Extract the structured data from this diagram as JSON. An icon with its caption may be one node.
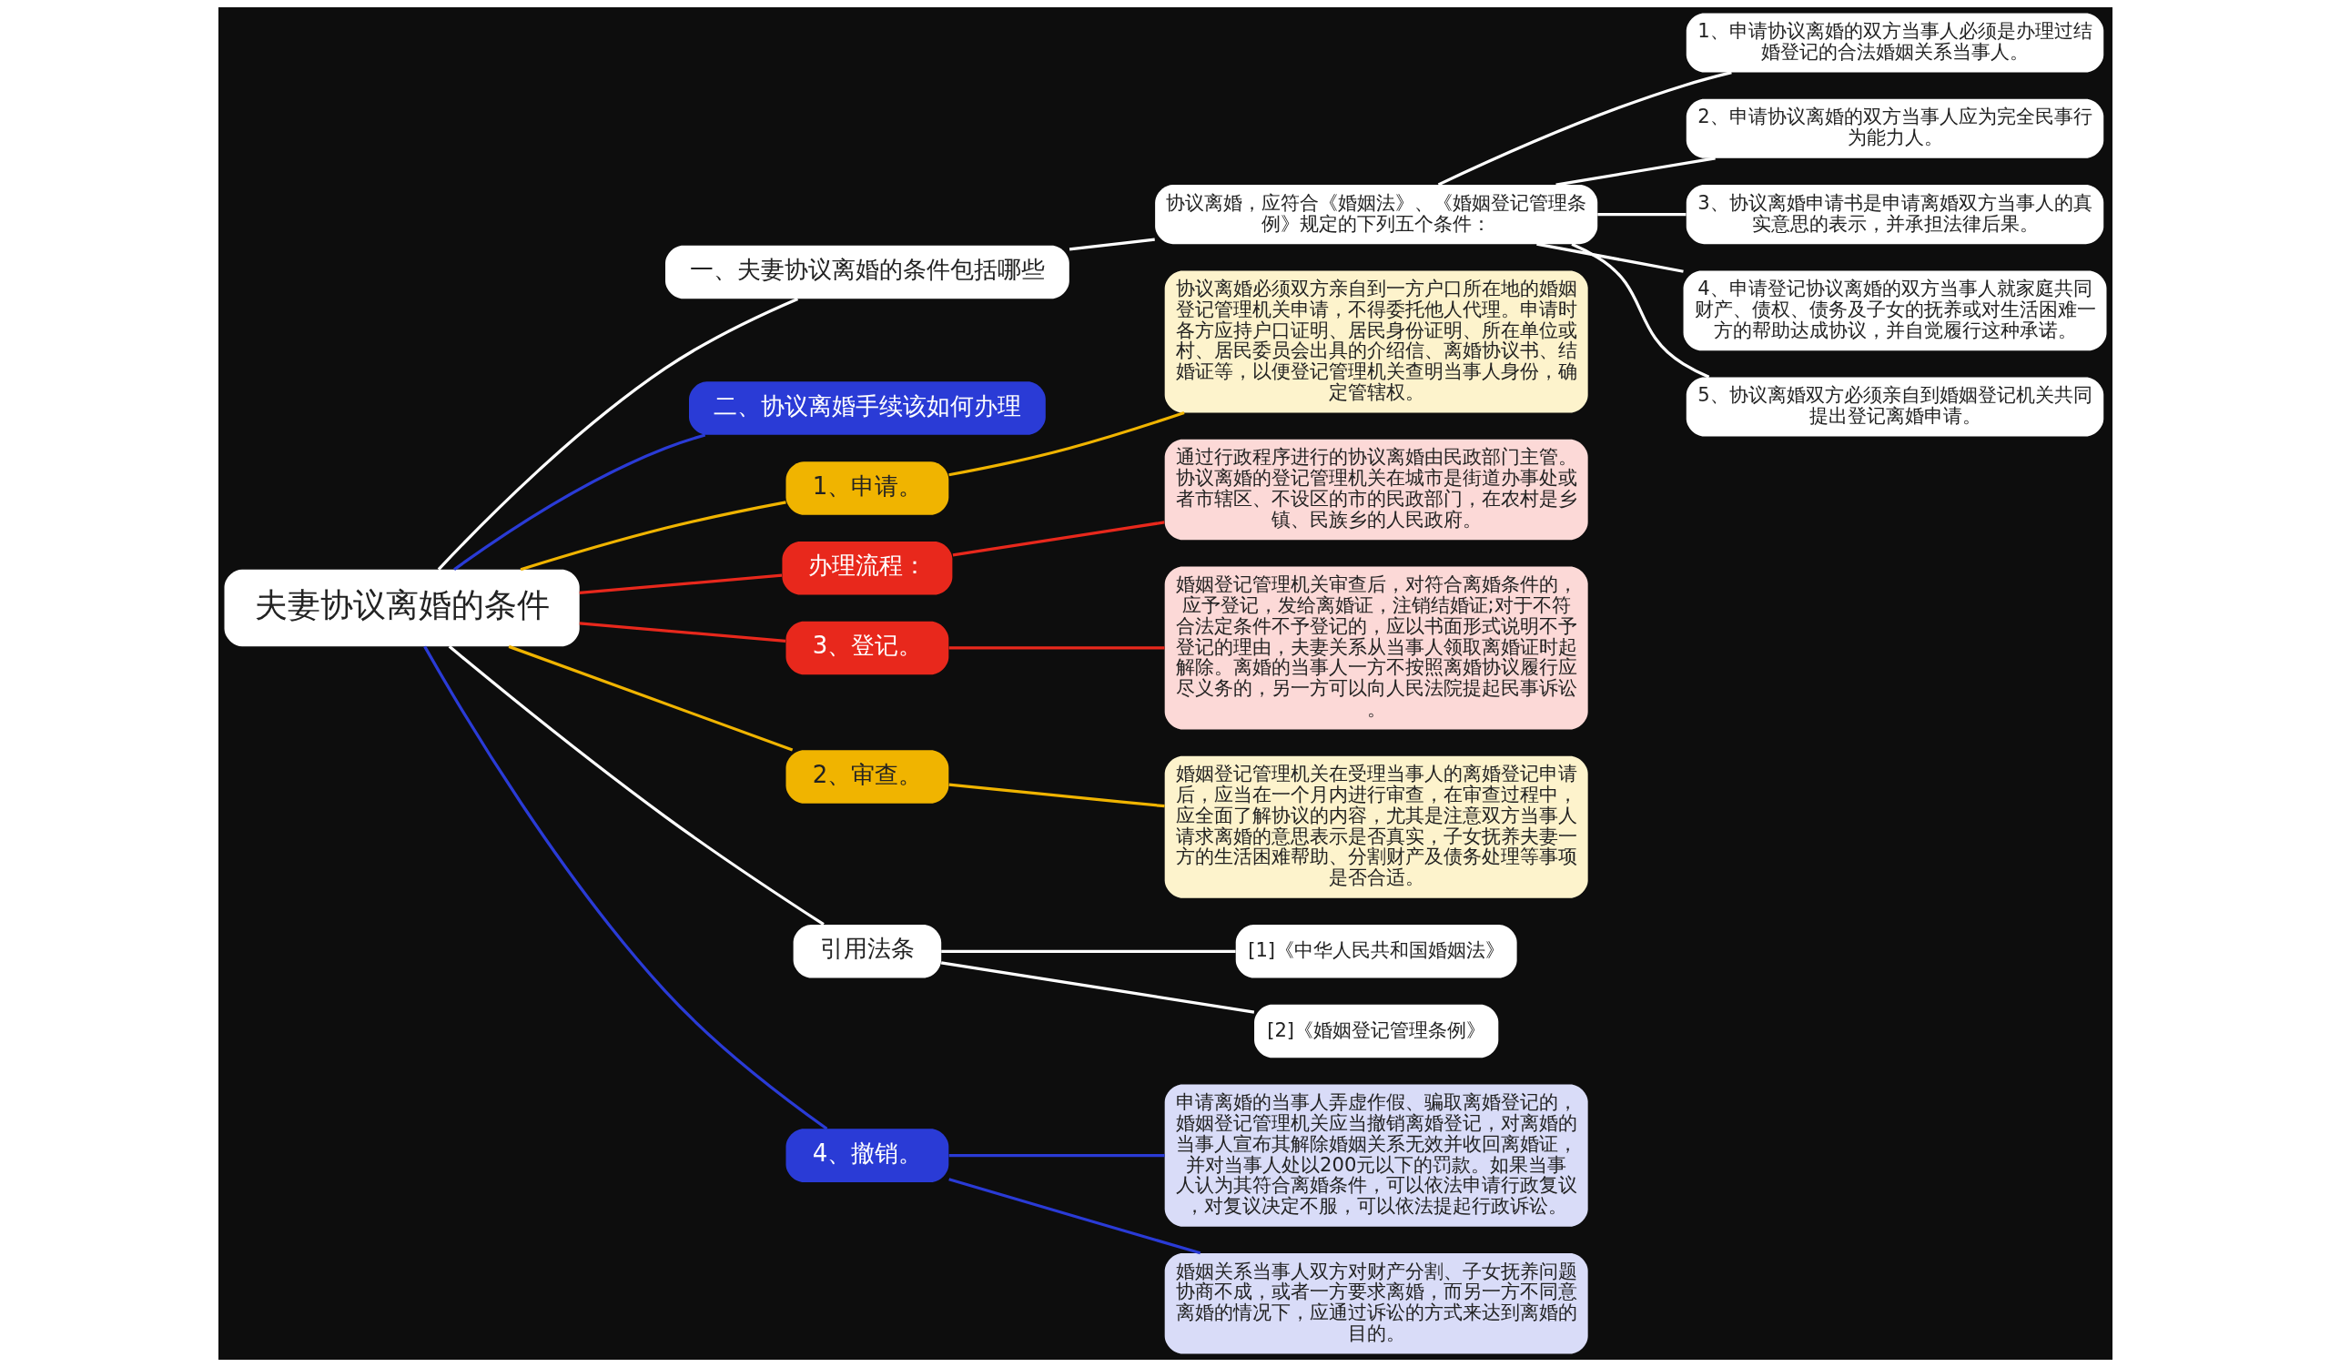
{
  "diagram": {
    "nodes": [
      {
        "text": [
          "夫妻协议离婚的条件"
        ]
      },
      {
        "text": [
          "一、夫妻协议离婚的条件包括哪些"
        ]
      },
      {
        "text": [
          "协议离婚，应符合《婚姻法》、《婚姻登记管理条例》规定的下列五个条件："
        ]
      },
      {
        "text": [
          "1、申请协议离婚的双方当事人必须是办理过结婚登记的合法婚姻关系当事人。"
        ]
      },
      {
        "text": [
          "2、申请协议离婚的双方当事人应为完全民事行为能力人。"
        ]
      },
      {
        "text": [
          "3、协议离婚申请书是申请离婚双方当事人的真实意思的表示，并承担法律后果。"
        ]
      },
      {
        "text": [
          "4、申请登记协议离婚的双方当事人就家庭共同财产、债权、债务及子女的抚养或对生活困难一方的帮助达成协议，并自觉履行这种承诺。"
        ]
      },
      {
        "text": [
          "5、协议离婚双方必须亲自到婚姻登记机关共同提出登记离婚申请。"
        ]
      },
      {
        "text": [
          "二、协议离婚手续该如何办理"
        ]
      },
      {
        "text": [
          "1、申请。"
        ]
      },
      {
        "text": [
          "协议离婚必须双方亲自到一方户口所在地的婚姻登记管理机关申请，不得委托他人代理。申请时各方应持户口证明、居民身份证明、所在单位或村、居民委员会出具的介绍信、离婚协议书、结婚证等，以便登记管理机关查明当事人身份，确定管辖权。"
        ]
      },
      {
        "text": [
          "办理流程："
        ]
      },
      {
        "text": [
          "通过行政程序进行的协议离婚由民政部门主管。协议离婚的登记管理机关在城市是街道办事处或者市辖区、不设区的市的民政部门，在农村是乡镇、民族乡的人民政府。"
        ]
      },
      {
        "text": [
          "3、登记。"
        ]
      },
      {
        "text": [
          "婚姻登记管理机关审查后，对符合离婚条件的，应予登记，发给离婚证，注销结婚证;对于不符合法定条件不予登记的，应以书面形式说明不予登记的理由，夫妻关系从当事人领取离婚证时起解除。离婚的当事人一方不按照离婚协议履行应尽义务的，另一方可以向人民法院提起民事诉讼。"
        ]
      },
      {
        "text": [
          "2、审查。"
        ]
      },
      {
        "text": [
          "婚姻登记管理机关在受理当事人的离婚登记申请后，应当在一个月内进行审查，在审查过程中，应全面了解协议的内容，尤其是注意双方当事人请求离婚的意思表示是否真实，子女抚养夫妻一方的生活困难帮助、分割财产及债务处理等事项是否合适。"
        ]
      },
      {
        "text": [
          "引用法条"
        ]
      },
      {
        "text": [
          "[1]《中华人民共和国婚姻法》"
        ]
      },
      {
        "text": [
          "[2]《婚姻登记管理条例》"
        ]
      },
      {
        "text": [
          "4、撤销。"
        ]
      },
      {
        "text": [
          "申请离婚的当事人弄虚作假、骗取离婚登记的，婚姻登记管理机关应当撤销离婚登记，对离婚的当事人宣布其解除婚姻关系无效并收回离婚证，并对当事人处以200元以下的罚款。如果当事人认为其符合离婚条件，可以依法申请行政复议，对复议决定不服，可以依法提起行政诉讼。"
        ]
      },
      {
        "text": [
          "婚姻关系当事人双方对财产分割、子女抚养问题协商不成，或者一方要求离婚，而另一方不同意离婚的情况下，应通过诉讼的方式来达到离婚的目的。"
        ]
      }
    ],
    "edges": [
      {
        "from": 0,
        "to": 1,
        "arrow": "none"
      },
      {
        "from": 1,
        "to": 2,
        "arrow": "none"
      },
      {
        "from": 2,
        "to": 3,
        "arrow": "none"
      },
      {
        "from": 2,
        "to": 4,
        "arrow": "none"
      },
      {
        "from": 2,
        "to": 5,
        "arrow": "none"
      },
      {
        "from": 2,
        "to": 6,
        "arrow": "none"
      },
      {
        "from": 2,
        "to": 7,
        "arrow": "none"
      },
      {
        "from": 0,
        "to": 8,
        "arrow": "none",
        "color": "#2a3bd6"
      },
      {
        "from": 0,
        "to": 9,
        "arrow": "none",
        "color": "#f0b400"
      },
      {
        "from": 9,
        "to": 10,
        "arrow": "none",
        "color": "#f0b400"
      },
      {
        "from": 0,
        "to": 11,
        "arrow": "none",
        "color": "#e8281c"
      },
      {
        "from": 11,
        "to": 12,
        "arrow": "none",
        "color": "#e8281c"
      },
      {
        "from": 0,
        "to": 13,
        "arrow": "none",
        "color": "#e8281c"
      },
      {
        "from": 13,
        "to": 14,
        "arrow": "none",
        "color": "#e8281c"
      },
      {
        "from": 0,
        "to": 15,
        "arrow": "none",
        "color": "#f0b400"
      },
      {
        "from": 15,
        "to": 16,
        "arrow": "none",
        "color": "#f0b400"
      },
      {
        "from": 0,
        "to": 17,
        "arrow": "none"
      },
      {
        "from": 17,
        "to": 18,
        "arrow": "none"
      },
      {
        "from": 17,
        "to": 19,
        "arrow": "none"
      },
      {
        "from": 0,
        "to": 20,
        "arrow": "none",
        "color": "#2a3bd6"
      },
      {
        "from": 20,
        "to": 21,
        "arrow": "none",
        "color": "#2a3bd6"
      },
      {
        "from": 20,
        "to": 22,
        "arrow": "none",
        "color": "#2a3bd6"
      }
    ]
  }
}
